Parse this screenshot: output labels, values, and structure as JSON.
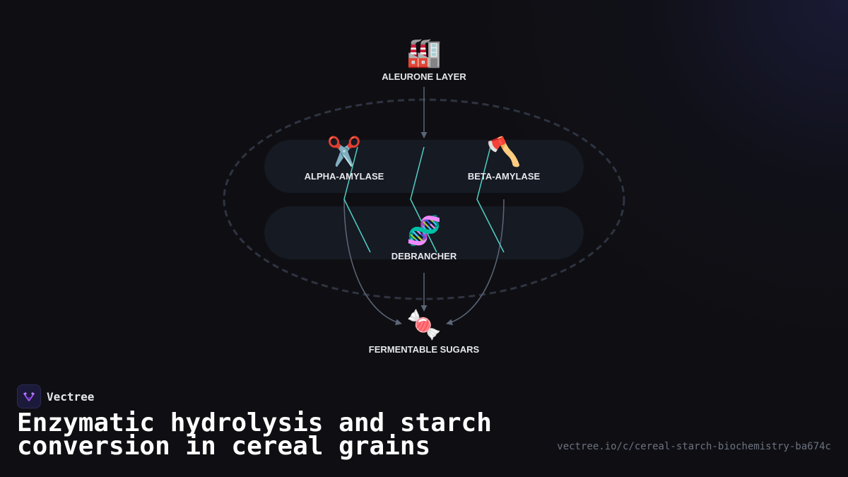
{
  "diagram": {
    "nodes": {
      "aleurone": {
        "label": "ALEURONE LAYER",
        "icon": "factory-icon",
        "glyph": "🏭"
      },
      "alpha": {
        "label": "ALPHA-AMYLASE",
        "icon": "scissors-icon",
        "glyph": "✂️"
      },
      "beta": {
        "label": "BETA-AMYLASE",
        "icon": "axe-icon",
        "glyph": "🪓"
      },
      "debrancher": {
        "label": "DEBRANCHER",
        "icon": "dna-icon",
        "glyph": "🧬"
      },
      "sugars": {
        "label": "FERMENTABLE SUGARS",
        "icon": "candy-icon",
        "glyph": "🍬"
      }
    },
    "colors": {
      "edge": "#5c6678",
      "lightning": "#4fd1c5",
      "group_border": "#2e3442",
      "lane_fill": "#161a23"
    }
  },
  "brand": {
    "name": "Vectree"
  },
  "footer": {
    "title": "Enzymatic hydrolysis and starch conversion in cereal grains",
    "url": "vectree.io/c/cereal-starch-biochemistry-ba674c"
  }
}
